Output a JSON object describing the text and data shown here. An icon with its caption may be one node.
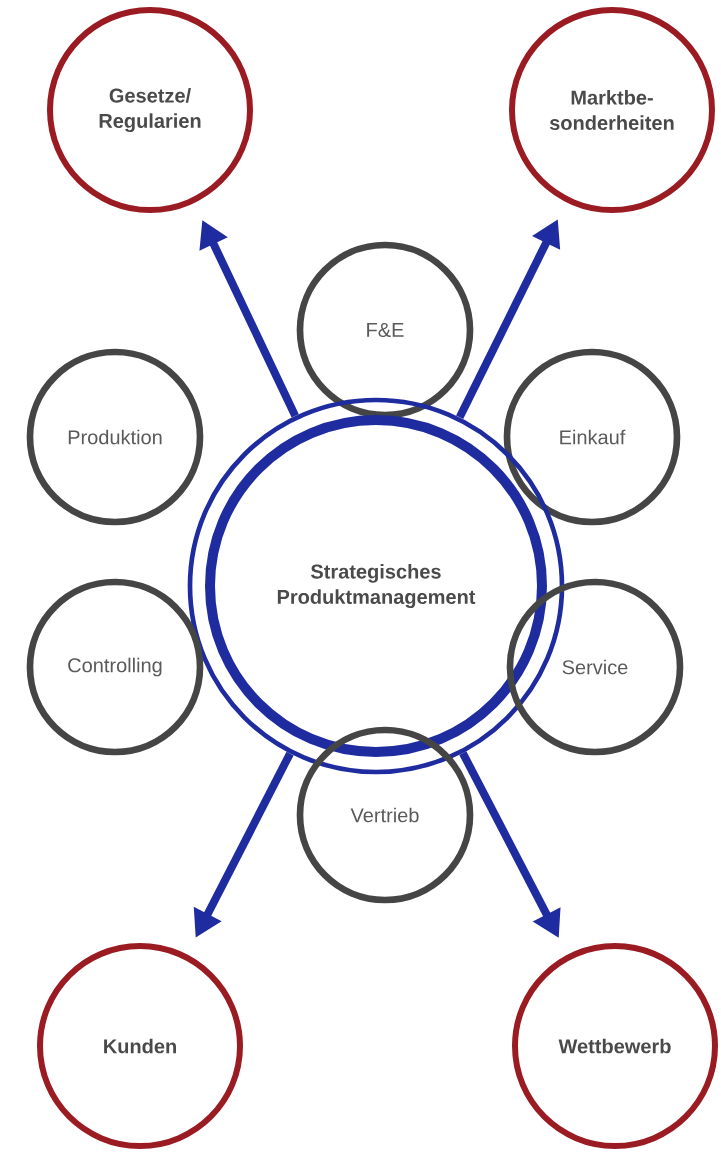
{
  "diagram": {
    "nodes": [
      {
        "text": [
          "Gesetze/ Regularien"
        ]
      },
      {
        "text": [
          "Marktbe- sonderheiten"
        ]
      },
      {
        "text": [
          "F&E"
        ]
      },
      {
        "text": [
          "Produktion"
        ]
      },
      {
        "text": [
          "Einkauf"
        ]
      },
      {
        "text": [
          "Strategisches Produktmanagement"
        ]
      },
      {
        "text": [
          "Controlling"
        ]
      },
      {
        "text": [
          "Service"
        ]
      },
      {
        "text": [
          "Vertrieb"
        ]
      },
      {
        "text": [
          "Kunden"
        ]
      },
      {
        "text": [
          "Wettbewerb"
        ]
      }
    ],
    "edges": [
      {
        "from": 5,
        "to": 0,
        "arrow": "to"
      },
      {
        "from": 5,
        "to": 1,
        "arrow": "to"
      },
      {
        "from": 5,
        "to": 9,
        "arrow": "to"
      },
      {
        "from": 5,
        "to": 10,
        "arrow": "to"
      }
    ]
  }
}
